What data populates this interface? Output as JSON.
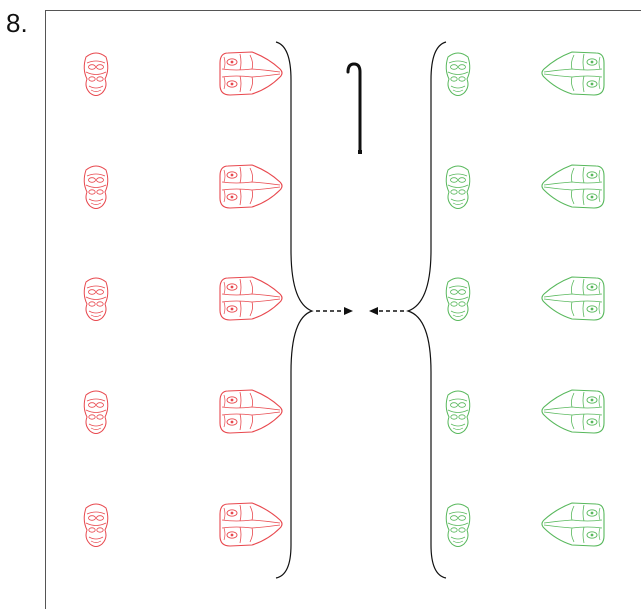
{
  "item_number": "8.",
  "colors": {
    "left_group": "#e8484e",
    "right_group": "#58b85c",
    "ink": "#111111",
    "frame": "#555555"
  },
  "figure": {
    "left_group": {
      "color_name": "red",
      "rows": 5,
      "icons_per_row": [
        "mask-front-small-icon",
        "mask-side-large-icon"
      ]
    },
    "right_group": {
      "color_name": "green",
      "rows": 5,
      "icons_per_row": [
        "mask-front-small-icon",
        "mask-side-large-icon"
      ]
    },
    "center_symbol": "walking-cane-icon",
    "arrows": [
      "dashed-arrow-right",
      "dashed-arrow-left"
    ]
  }
}
